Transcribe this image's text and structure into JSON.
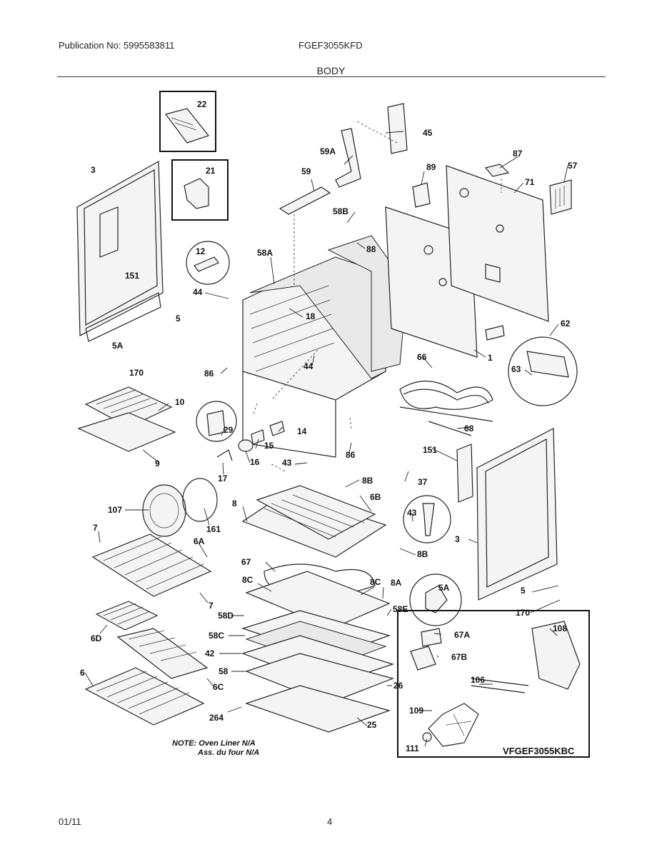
{
  "header": {
    "publication": "Publication No: 5995583811",
    "model": "FGEF3055KFD",
    "section": "BODY"
  },
  "footer": {
    "date": "01/11",
    "page": "4"
  },
  "diagram": {
    "note_line1": "NOTE: Oven Liner N/A",
    "note_line2": "Ass. du four N/A",
    "code": "VFGEF3055KBC",
    "labels": {
      "l22": "22",
      "l21": "21",
      "l3a": "3",
      "l151a": "151",
      "l5a": "5",
      "l5A": "5A",
      "l170a": "170",
      "l45": "45",
      "l59A": "59A",
      "l59": "59",
      "l58B": "58B",
      "l88": "88",
      "l58A": "58A",
      "l12": "12",
      "l44a": "44",
      "l18": "18",
      "l89": "89",
      "l87": "87",
      "l57": "57",
      "l71": "71",
      "l62": "62",
      "l63": "63",
      "l1": "1",
      "l66": "66",
      "l68": "68",
      "l86a": "86",
      "l44b": "44",
      "l10": "10",
      "l9": "9",
      "l29": "29",
      "l14": "14",
      "l15": "15",
      "l16": "16",
      "l17": "17",
      "l43a": "43",
      "l86b": "86",
      "l151b": "151",
      "l37": "37",
      "l8B1": "8B",
      "l6B": "6B",
      "l8": "8",
      "l43b": "43",
      "l8B2": "8B",
      "l3b": "3",
      "l107": "107",
      "l161": "161",
      "l7a": "7",
      "l6A": "6A",
      "l67": "67",
      "l8C1": "8C",
      "l8C2": "8C",
      "l8A": "8A",
      "l5A2": "5A",
      "l5b": "5",
      "l170b": "170",
      "l7b": "7",
      "l58D": "58D",
      "l58E": "58E",
      "l6D": "6D",
      "l58C": "58C",
      "l67A": "67A",
      "l108": "108",
      "l42": "42",
      "l67B": "67B",
      "l58": "58",
      "l106": "106",
      "l6": "6",
      "l6C": "6C",
      "l26": "26",
      "l109": "109",
      "l264": "264",
      "l25": "25",
      "l111": "111"
    }
  }
}
